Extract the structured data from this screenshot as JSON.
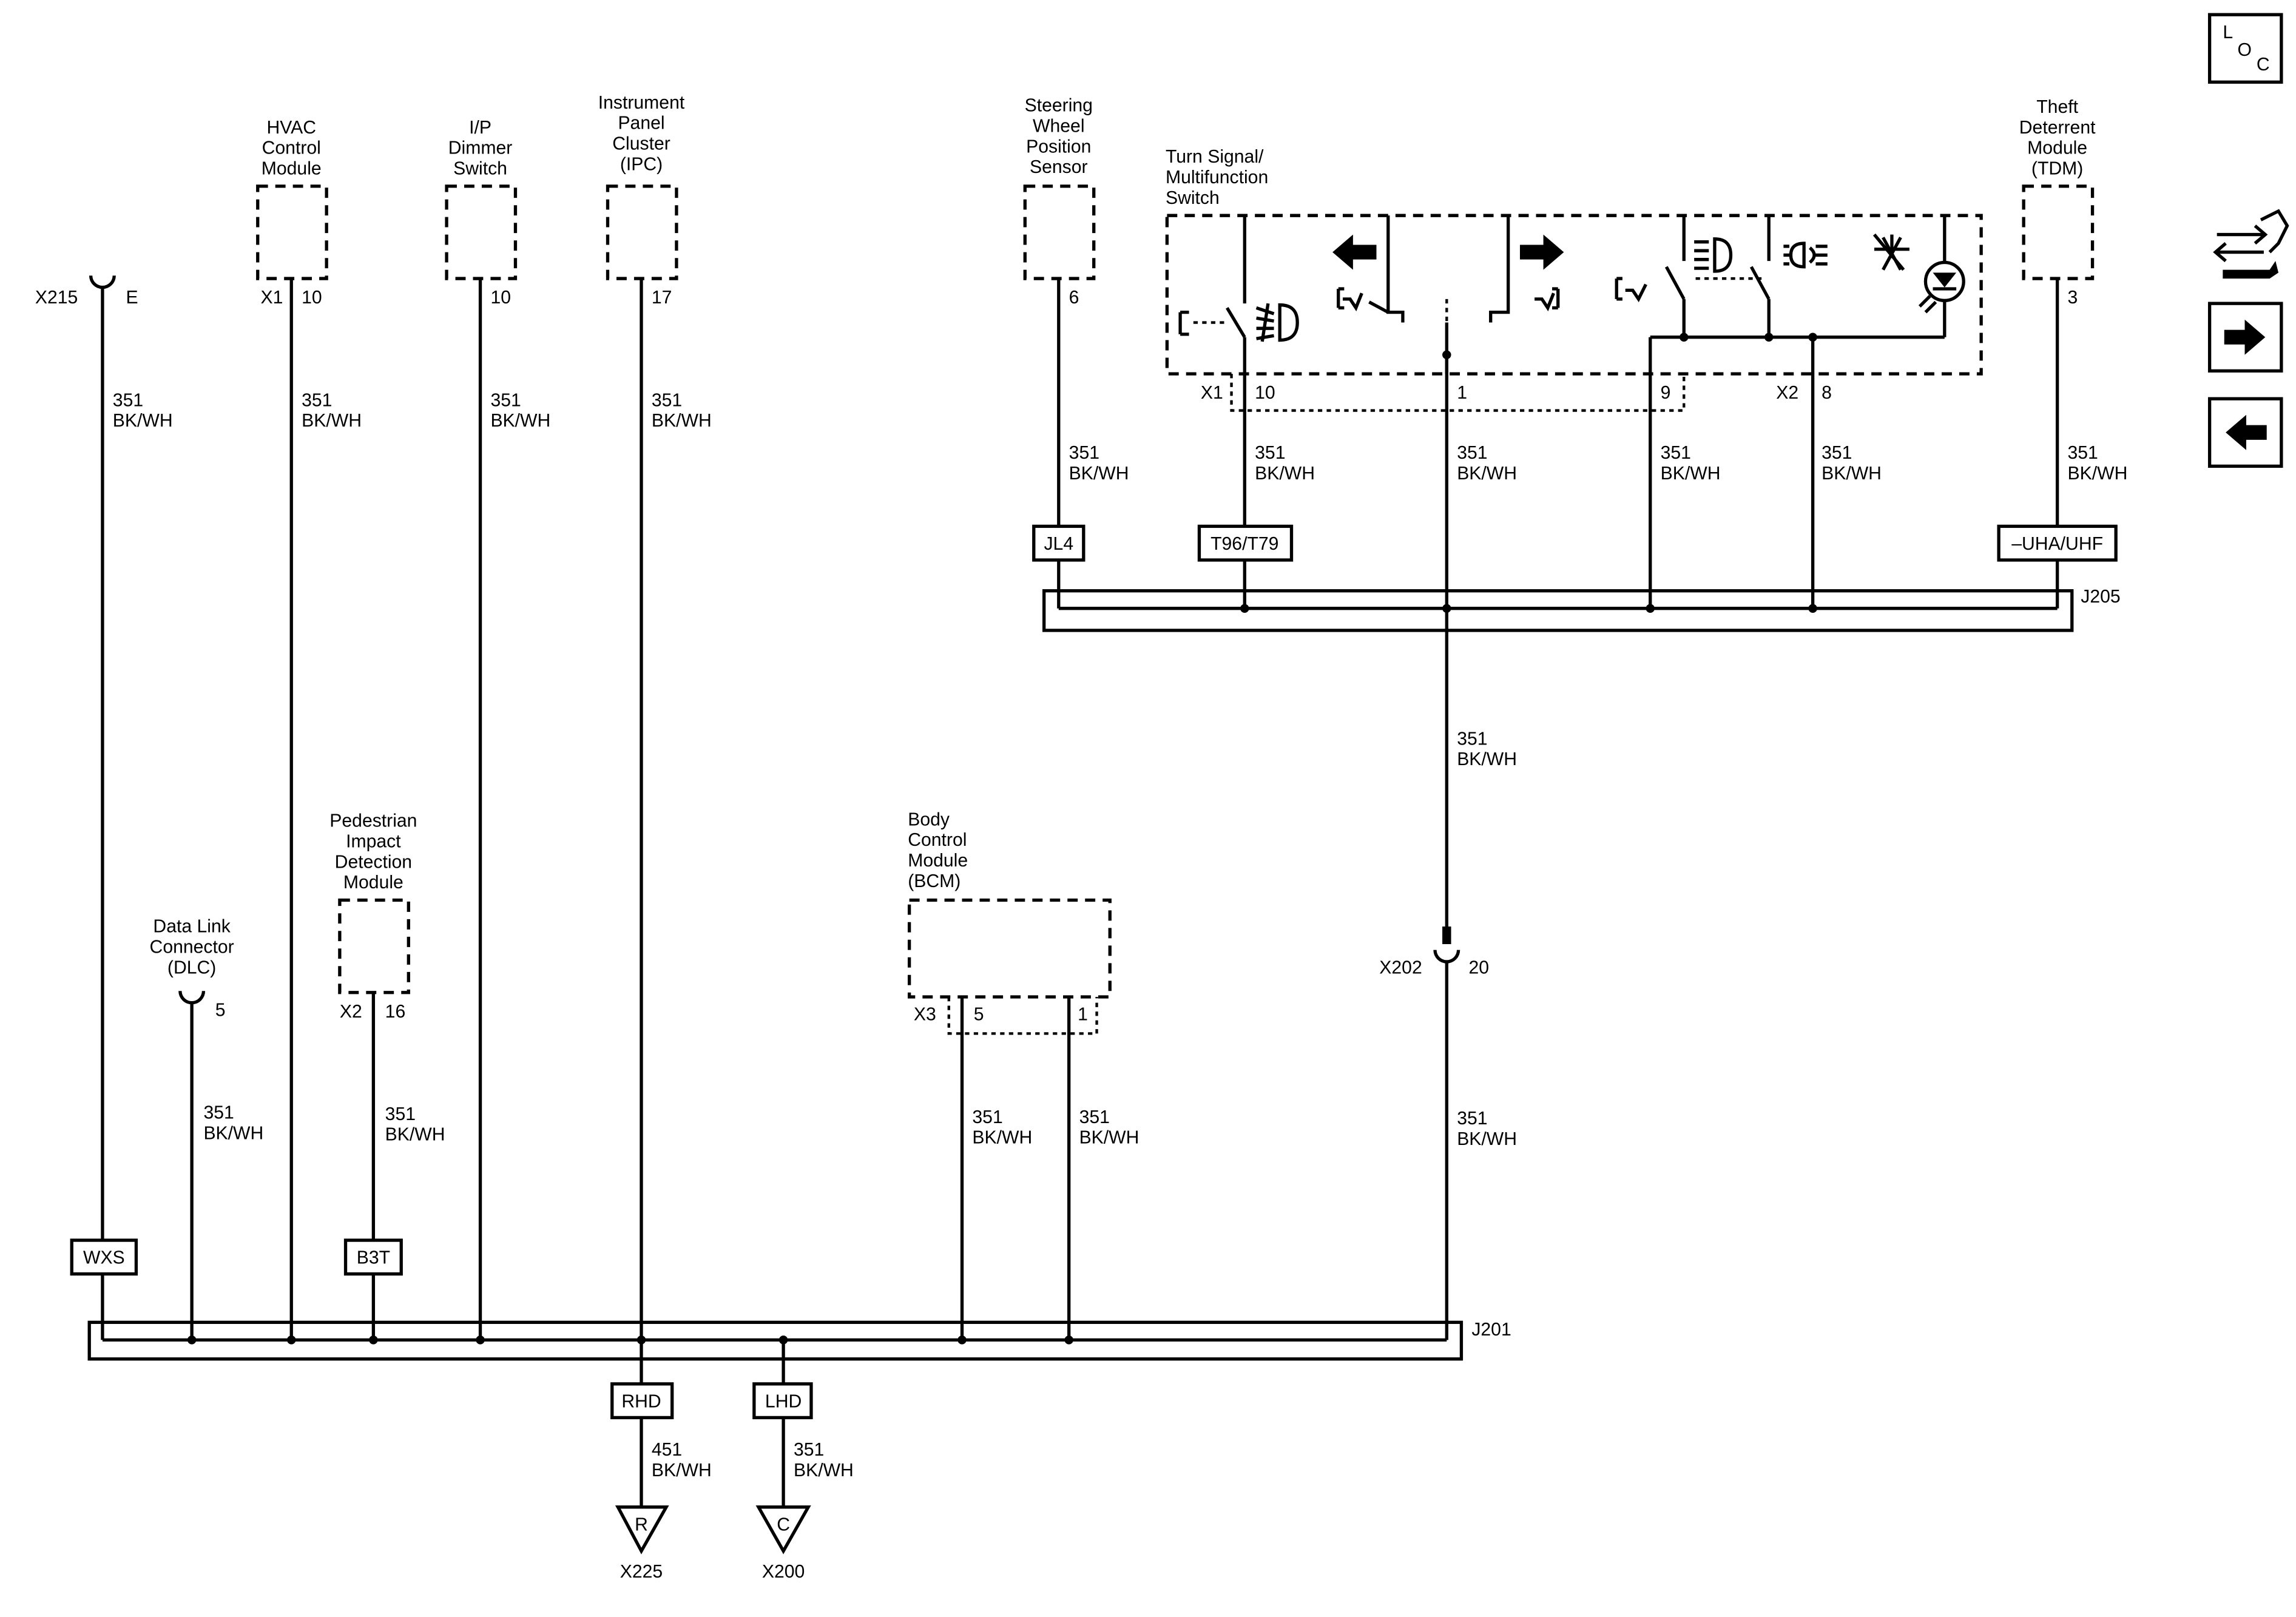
{
  "modules": {
    "hvac": [
      "HVAC",
      "Control",
      "Module"
    ],
    "ip_dimmer": [
      "I/P",
      "Dimmer",
      "Switch"
    ],
    "ipc": [
      "Instrument",
      "Panel",
      "Cluster",
      "(IPC)"
    ],
    "swps": [
      "Steering",
      "Wheel",
      "Position",
      "Sensor"
    ],
    "turn_signal": [
      "Turn Signal/",
      "Multifunction",
      "Switch"
    ],
    "tdm": [
      "Theft",
      "Deterrent",
      "Module",
      "(TDM)"
    ],
    "pedestrian": [
      "Pedestrian",
      "Impact",
      "Detection",
      "Module"
    ],
    "dlc": [
      "Data Link",
      "Connector",
      "(DLC)"
    ],
    "bcm": [
      "Body",
      "Control",
      "Module",
      "(BCM)"
    ]
  },
  "connectors": {
    "x215": "X215",
    "x215_pin": "E",
    "hvac_conn": "X1",
    "hvac_pin": "10",
    "dimmer_pin": "10",
    "ipc_pin": "17",
    "swps_pin": "6",
    "ts_x1": "X1",
    "ts_pin_10": "10",
    "ts_pin_1": "1",
    "ts_pin_9": "9",
    "ts_x2": "X2",
    "ts_pin_8": "8",
    "tdm_pin": "3",
    "dlc_pin": "5",
    "ped_conn": "X2",
    "ped_pin": "16",
    "bcm_conn": "X3",
    "bcm_pin_5": "5",
    "bcm_pin_1": "1",
    "x202": "X202",
    "x202_pin": "20"
  },
  "wire": {
    "circuit": "351",
    "color": "BK/WH",
    "circuit_rhd": "451"
  },
  "options": {
    "jl4": "JL4",
    "t96": "T96/T79",
    "uha": "–UHA/UHF",
    "wxs": "WXS",
    "b3t": "B3T",
    "rhd": "RHD",
    "lhd": "LHD"
  },
  "splices": {
    "j205": "J205",
    "j201": "J201"
  },
  "grounds": {
    "r_letter": "R",
    "r_name": "X225",
    "c_letter": "C",
    "c_name": "X200"
  },
  "nav": {
    "loc_l": "L",
    "loc_o": "O",
    "loc_c": "C"
  }
}
